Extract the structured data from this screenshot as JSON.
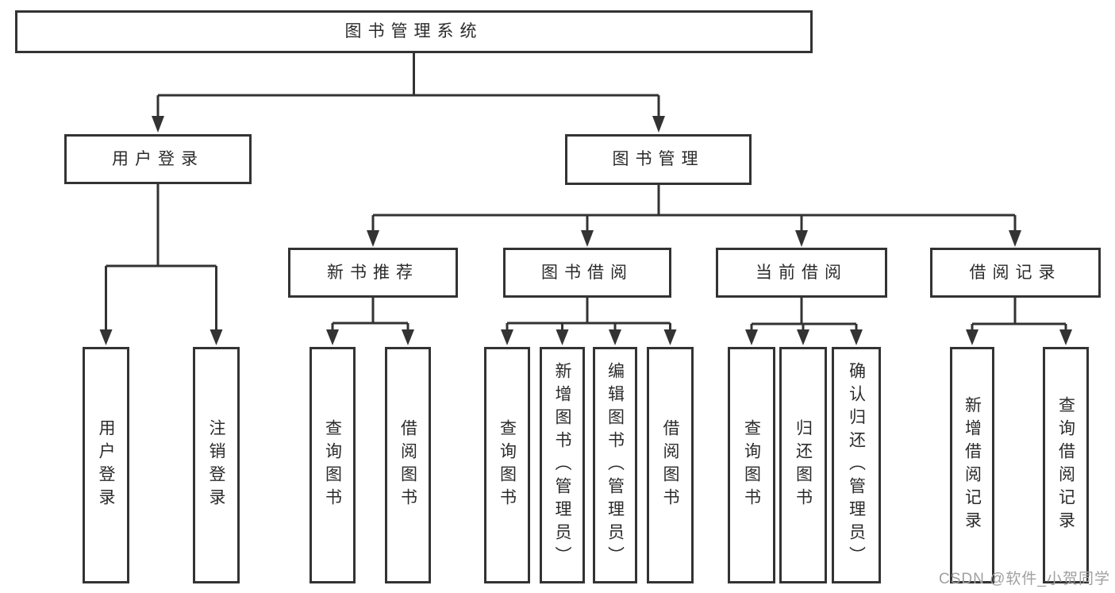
{
  "diagram": {
    "root": "图书管理系统",
    "level2": [
      {
        "label": "用户登录"
      },
      {
        "label": "图书管理"
      }
    ],
    "level3": [
      {
        "label": "新书推荐"
      },
      {
        "label": "图书借阅"
      },
      {
        "label": "当前借阅"
      },
      {
        "label": "借阅记录"
      }
    ],
    "leaves": [
      {
        "label": "用户登录"
      },
      {
        "label": "注销登录"
      },
      {
        "label": "查询图书"
      },
      {
        "label": "借阅图书"
      },
      {
        "label": "查询图书"
      },
      {
        "label": "新增图书（管理员）"
      },
      {
        "label": "编辑图书（管理员）"
      },
      {
        "label": "借阅图书"
      },
      {
        "label": "查询图书"
      },
      {
        "label": "归还图书"
      },
      {
        "label": "确认归还（管理员）"
      },
      {
        "label": "新增借阅记录"
      },
      {
        "label": "查询借阅记录"
      }
    ],
    "watermark": "CSDN @软件_小贺同学",
    "colors": {
      "line": "#333333",
      "text": "#2b2b2b",
      "watermark": "#a0a0a0",
      "background": "#ffffff"
    }
  }
}
